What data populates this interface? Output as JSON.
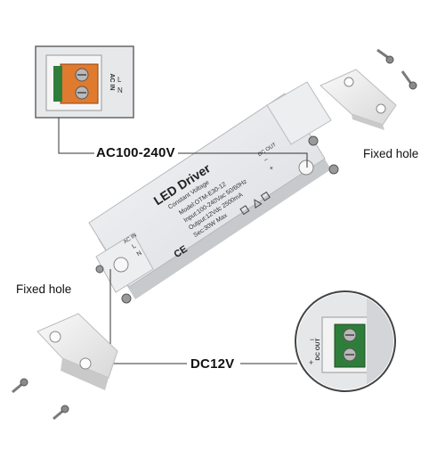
{
  "callouts": {
    "ac_input": "AC100-240V",
    "dc_output": "DC12V",
    "fixed_hole_right": "Fixed hole",
    "fixed_hole_left": "Fixed hole"
  },
  "driver_label": {
    "title": "LED Driver",
    "subtitle": "Constant Voltage",
    "model": "Model:OTM-E30-12",
    "input": "Input:100-240Vac 50/60Hz",
    "output": "Output:12Vdc  2500mA",
    "power": "Sec:30W Max",
    "ac_in_mark": "AC IN",
    "l_mark": "L",
    "n_mark": "N",
    "dc_out_mark": "DC OUT",
    "minus_mark": "−",
    "plus_mark": "+",
    "ce_mark": "CE"
  },
  "zoom_left": {
    "ac_in": "AC IN",
    "l": "L",
    "n": "N"
  },
  "zoom_right": {
    "dc_out": "DC OUT",
    "minus": "−",
    "plus": "+"
  },
  "colors": {
    "terminal_orange": "#e07a2e",
    "terminal_green": "#2f7d3a",
    "housing": "#e8e9eb",
    "callout_line": "#333333"
  }
}
